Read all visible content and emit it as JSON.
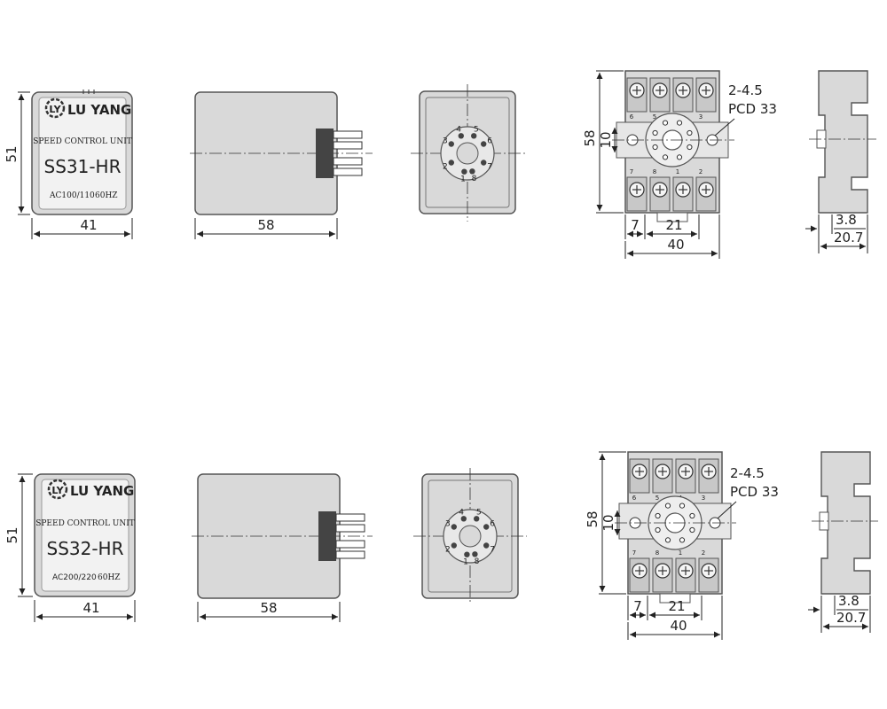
{
  "colors": {
    "body_fill": "#d9d9d9",
    "body_stroke": "#555555",
    "label_fill": "#f2f2f2",
    "dark_part": "#444444",
    "line": "#222222"
  },
  "rows": [
    {
      "front": {
        "brand": "LU YANG",
        "logo_letters": "LY",
        "line1": "SPEED CONTROL UNIT",
        "model": "SS31-HR",
        "voltage": "AC100/110",
        "frequency": "60HZ"
      },
      "dims": {
        "front_height": "51",
        "front_width": "41",
        "side_width": "58",
        "socket_height": "58",
        "socket_center": "10",
        "socket_left": "7",
        "socket_pitch": "21",
        "socket_width": "40",
        "hole_note1": "2-4.5",
        "hole_note2": "PCD 33",
        "rail_small": "3.8",
        "rail_width": "20.7"
      },
      "pins": [
        "1",
        "2",
        "3",
        "4",
        "5",
        "6",
        "7",
        "8"
      ],
      "terminal_numbers": [
        "6",
        "5",
        "4",
        "3",
        "7",
        "8",
        "1",
        "2"
      ]
    },
    {
      "front": {
        "brand": "LU YANG",
        "logo_letters": "LY",
        "line1": "SPEED CONTROL UNIT",
        "model": "SS32-HR",
        "voltage": "AC200/220",
        "frequency": "60HZ"
      },
      "dims": {
        "front_height": "51",
        "front_width": "41",
        "side_width": "58",
        "socket_height": "58",
        "socket_center": "10",
        "socket_left": "7",
        "socket_pitch": "21",
        "socket_width": "40",
        "hole_note1": "2-4.5",
        "hole_note2": "PCD 33",
        "rail_small": "3.8",
        "rail_width": "20.7"
      },
      "pins": [
        "1",
        "2",
        "3",
        "4",
        "5",
        "6",
        "7",
        "8"
      ],
      "terminal_numbers": [
        "6",
        "5",
        "4",
        "3",
        "7",
        "8",
        "1",
        "2"
      ]
    }
  ]
}
